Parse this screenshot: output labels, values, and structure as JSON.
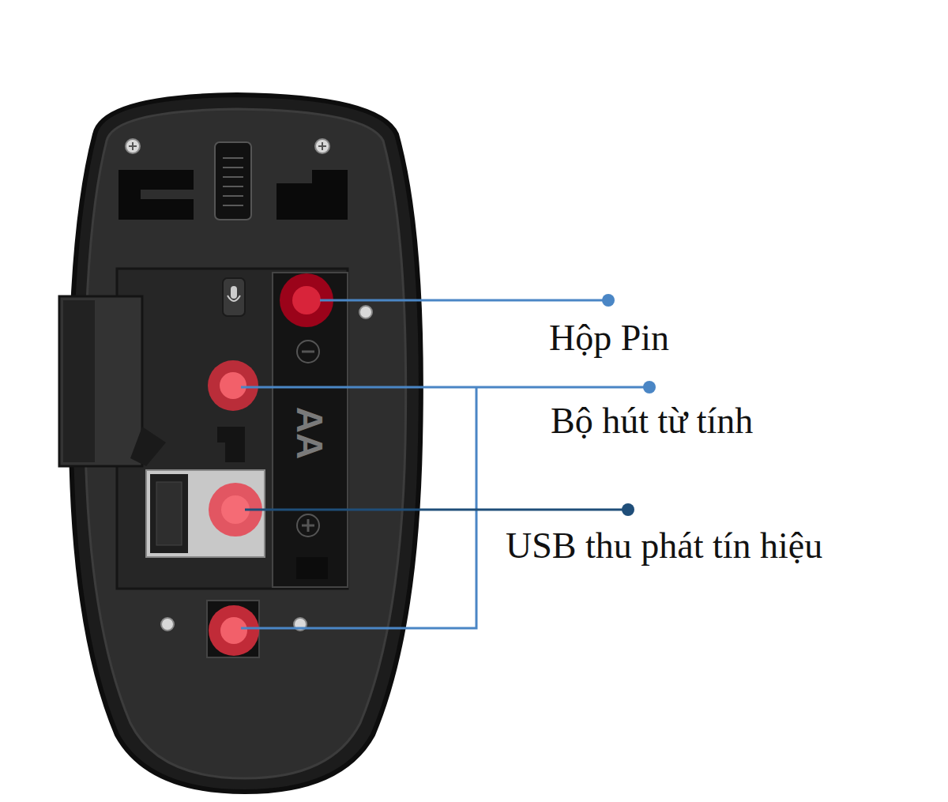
{
  "diagram": {
    "labels": [
      "Hộp Pin",
      "Bộ hút từ tính",
      "USB thu phát tín hiệu",
      "AA"
    ]
  }
}
